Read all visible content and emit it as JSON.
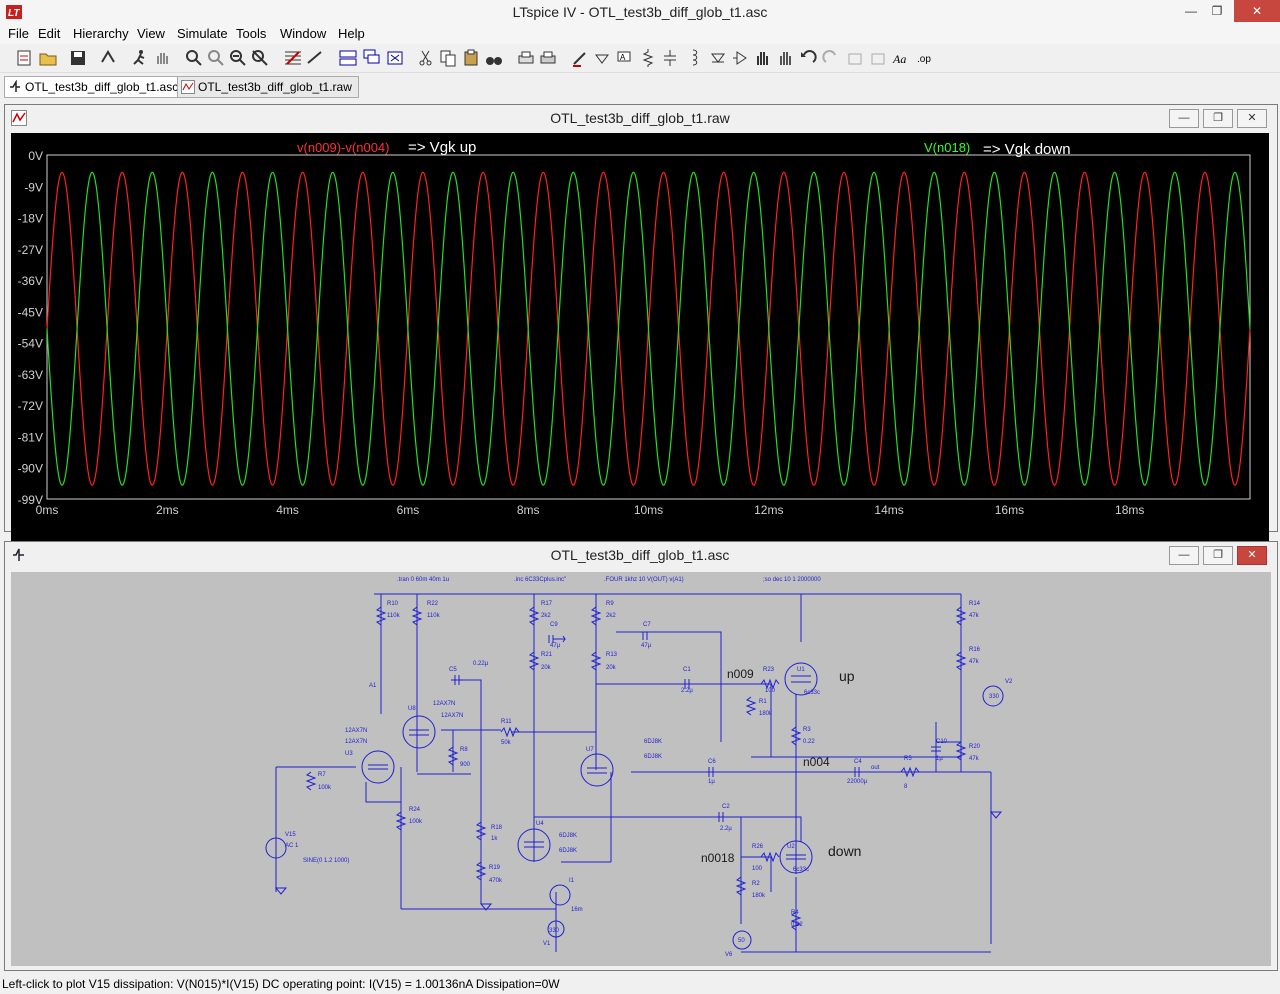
{
  "window": {
    "title": "LTspice IV - OTL_test3b_diff_glob_t1.asc"
  },
  "menu": [
    "File",
    "Edit",
    "Hierarchy",
    "View",
    "Simulate",
    "Tools",
    "Window",
    "Help"
  ],
  "tabs": [
    "OTL_test3b_diff_glob_t1.asc",
    "OTL_test3b_diff_glob_t1.raw"
  ],
  "waveform_window": {
    "title": "OTL_test3b_diff_glob_t1.raw",
    "trace1_label": "v(n009)-v(n004)",
    "trace1_note": "=> Vgk up",
    "trace2_label": "V(n018)",
    "trace2_note": "=> Vgk down"
  },
  "chart_data": {
    "type": "line",
    "xlabel": "",
    "ylabel": "",
    "xlim": [
      0,
      20
    ],
    "ylim": [
      -99,
      0
    ],
    "x_ticks": [
      "0ms",
      "2ms",
      "4ms",
      "6ms",
      "8ms",
      "10ms",
      "12ms",
      "14ms",
      "16ms",
      "18ms"
    ],
    "y_ticks": [
      "0V",
      "-9V",
      "-18V",
      "-27V",
      "-36V",
      "-45V",
      "-54V",
      "-63V",
      "-72V",
      "-81V",
      "-90V",
      "-99V"
    ],
    "series": [
      {
        "name": "v(n009)-v(n004)",
        "color": "#ff2020",
        "waveform": "sine",
        "frequency_khz": 1,
        "min": -95,
        "max": -5,
        "start_phase": "rising"
      },
      {
        "name": "V(n018)",
        "color": "#20e020",
        "waveform": "sine",
        "frequency_khz": 1,
        "min": -95,
        "max": -5,
        "start_phase": "falling"
      }
    ]
  },
  "schematic_window": {
    "title": "OTL_test3b_diff_glob_t1.asc",
    "directives": [
      ".tran 0 60m 40m 1u",
      ".inc 6C33Cplus.inc\"",
      ".FOUR 1khz 10 V(OUT) v(A1)",
      ";so dec 10 1 2000000"
    ],
    "big_labels": {
      "up": "up",
      "down": "down",
      "n009": "n009",
      "n004": "n004",
      "n0018": "n0018"
    },
    "labels": {
      "R10": "R10",
      "R10v": "110k",
      "R22": "R22",
      "R22v": "110k",
      "R17": "R17",
      "R17v": "2k2",
      "R9": "R9",
      "R9v": "2k2",
      "C9": "C9",
      "C9v": "47µ",
      "C7": "C7",
      "C7v": "47µ",
      "R21": "R21",
      "R21v": "20k",
      "R13": "R13",
      "R13v": "20k",
      "R14": "R14",
      "R14v": "47k",
      "R16": "R16",
      "R16v": "47k",
      "C5": "C5",
      "C5v": "0.22µ",
      "C1": "C1",
      "C1v": "2.2µ",
      "R23": "R23",
      "R23v": "100",
      "U1": "U1",
      "U1v": "6c33c",
      "R1": "R1",
      "R1v": "180k",
      "R3": "R3",
      "R3v": "0.22",
      "V2": "V2",
      "V2v": "330",
      "A1": "A1",
      "U8": "U8",
      "U8v": "12AX7N",
      "U3v": "12AX7N",
      "U3": "U3",
      "U3a": "12AX7N",
      "R11": "R11",
      "R11v": "50k",
      "R8": "R8",
      "R8v": "900",
      "U7": "U7",
      "U7a": "6DJ8K",
      "U7b": "6DJ8K",
      "C6": "C6",
      "C6v": "1µ",
      "C4": "C4",
      "C4v": "22000µ",
      "out": "out",
      "R5": "R5",
      "R5v": "8",
      "C10": "C10",
      "C10v": "1µ",
      "R20": "R20",
      "R20v": "47k",
      "R7": "R7",
      "R7v": "100k",
      "R24": "R24",
      "R24v": "100k",
      "V15": "V15",
      "V15v": "AC 1",
      "V15s": "SINE(0 1.2 1000)",
      "R18": "R18",
      "R18v": "1k",
      "R19": "R19",
      "R19v": "470k",
      "U4": "U4",
      "U4a": "6DJ8K",
      "U4b": "6DJ8K",
      "C2": "C2",
      "C2v": "2.2µ",
      "R26": "R26",
      "R26v": "100",
      "U2": "U2",
      "U2v": "6c33c",
      "R2": "R2",
      "R2v": "180k",
      "R4": "R4",
      "R4v": "0.22",
      "I1": "I1",
      "I1v": "16m",
      "V1": "V1",
      "V1v": "330",
      "V6": "V6",
      "V6v": "50"
    }
  },
  "status": {
    "text": "Left-click to plot V15 dissipation: V(N015)*I(V15)  DC operating point: I(V15) = 1.00136nA  Dissipation=0W"
  }
}
